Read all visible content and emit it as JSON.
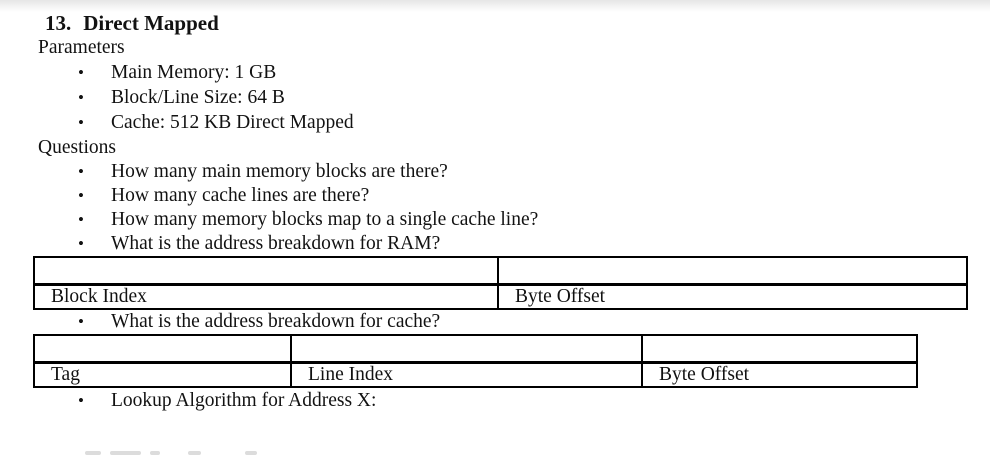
{
  "glyphs": {
    "bullet": "•"
  },
  "colors": {
    "text": "#121212",
    "table_border": "#000000",
    "top_shade": "#e6e6e6"
  },
  "doc": {
    "heading": {
      "number": "13.",
      "title": "Direct Mapped"
    },
    "parameters_label": "Parameters",
    "parameters": [
      "Main Memory: 1 GB",
      "Block/Line Size: 64 B",
      "Cache: 512 KB Direct Mapped"
    ],
    "questions_label": "Questions",
    "questions": [
      "How many main memory blocks are there?",
      "How many cache lines are there?",
      "How many memory blocks map to a single cache line?",
      "What is the address breakdown for RAM?"
    ],
    "ram_table": {
      "labels": [
        "Block Index",
        "Byte Offset"
      ]
    },
    "cache_breakdown_question": "What is the address breakdown for cache?",
    "cache_table": {
      "labels": [
        "Tag",
        "Line Index",
        "Byte Offset"
      ]
    },
    "lookup_item": "Lookup Algorithm for Address X:"
  }
}
